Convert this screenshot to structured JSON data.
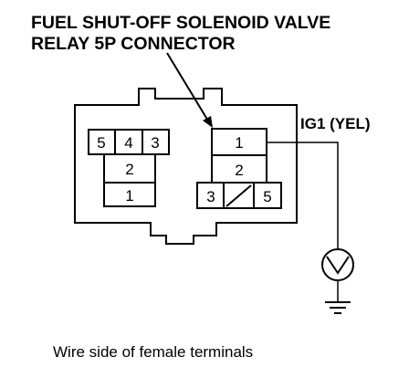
{
  "title": {
    "line1": "FUEL SHUT-OFF SOLENOID VALVE",
    "line2": "RELAY 5P CONNECTOR"
  },
  "left_connector": {
    "top_row": [
      "5",
      "4",
      "3"
    ],
    "middle": "2",
    "bottom": "1"
  },
  "right_connector": {
    "top": "1",
    "middle": "2",
    "bottom_left": "3",
    "bottom_right": "5"
  },
  "wire_label": "IG1 (YEL)",
  "meter_icon": "voltmeter-icon",
  "ground_icon": "ground-icon",
  "caption": "Wire side of female terminals"
}
